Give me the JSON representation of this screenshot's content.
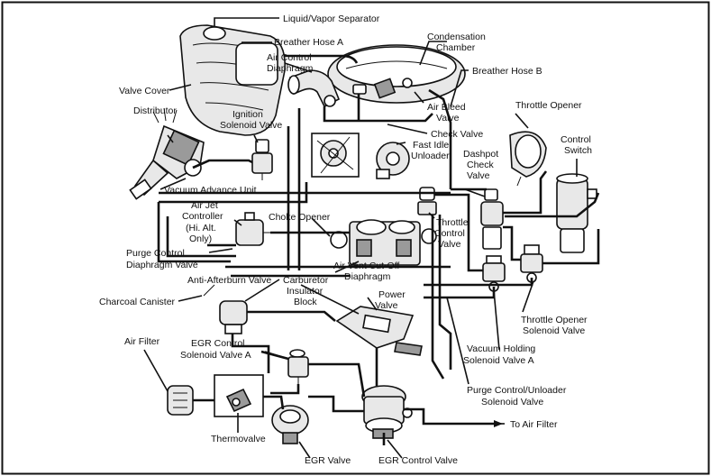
{
  "labels": {
    "liquid_vapor_separator": "Liquid/Vapor Separator",
    "breather_hose_a": "Breather Hose A",
    "condensation_chamber_1": "Condensation",
    "condensation_chamber_2": "Chamber",
    "air_control_diaphragm_1": "Air Control",
    "air_control_diaphragm_2": "Diaphragm",
    "breather_hose_b": "Breather Hose B",
    "valve_cover": "Valve Cover",
    "throttle_opener": "Throttle Opener",
    "distributor": "Distributor",
    "ignition_solenoid_valve_1": "Ignition",
    "ignition_solenoid_valve_2": "Solenoid Valve",
    "air_bleed_valve_1": "Air Bleed",
    "air_bleed_valve_2": "Valve",
    "control_switch_1": "Control",
    "control_switch_2": "Switch",
    "check_valve": "Check Valve",
    "fast_idle_unloader_1": "Fast Idle",
    "fast_idle_unloader_2": "Unloader",
    "dashpot_check_valve_1": "Dashpot",
    "dashpot_check_valve_2": "Check",
    "dashpot_check_valve_3": "Valve",
    "vacuum_advance_unit": "Vacuum Advance Unit",
    "air_jet_controller_1": "Air Jet",
    "air_jet_controller_2": "Controller",
    "air_jet_controller_3": "(Hi. Alt.",
    "air_jet_controller_4": "Only)",
    "choke_opener": "Choke Opener",
    "throttle_control_valve_1": "Throttle",
    "throttle_control_valve_2": "Control",
    "throttle_control_valve_3": "Valve",
    "purge_control_diaphragm_valve_1": "Purge Control",
    "purge_control_diaphragm_valve_2": "Diaphragm Valve",
    "air_vent_cut_off_1": "Air Vent Cut-Off",
    "air_vent_cut_off_2": "Diaphragm",
    "anti_afterburn_valve": "Anti-Afterburn Valve",
    "carburetor_insulator_block_1": "Carburetor",
    "carburetor_insulator_block_2": "Insulator",
    "carburetor_insulator_block_3": "Block",
    "power_valve_1": "Power",
    "power_valve_2": "Valve",
    "charcoal_canister": "Charcoal Canister",
    "throttle_opener_solenoid_valve_1": "Throttle Opener",
    "throttle_opener_solenoid_valve_2": "Solenoid Valve",
    "air_filter": "Air Filter",
    "vacuum_holding_solenoid_valve_1": "Vacuum Holding",
    "vacuum_holding_solenoid_valve_2": "Solenoid Valve A",
    "egr_control_solenoid_valve_1": "EGR Control",
    "egr_control_solenoid_valve_2": "Solenoid Valve A",
    "purge_unloader_solenoid_valve_1": "Purge Control/Unloader",
    "purge_unloader_solenoid_valve_2": "Solenoid Valve",
    "to_air_filter": "To Air Filter",
    "thermovalve": "Thermovalve",
    "egr_valve": "EGR Valve",
    "egr_control_valve": "EGR Control Valve"
  }
}
